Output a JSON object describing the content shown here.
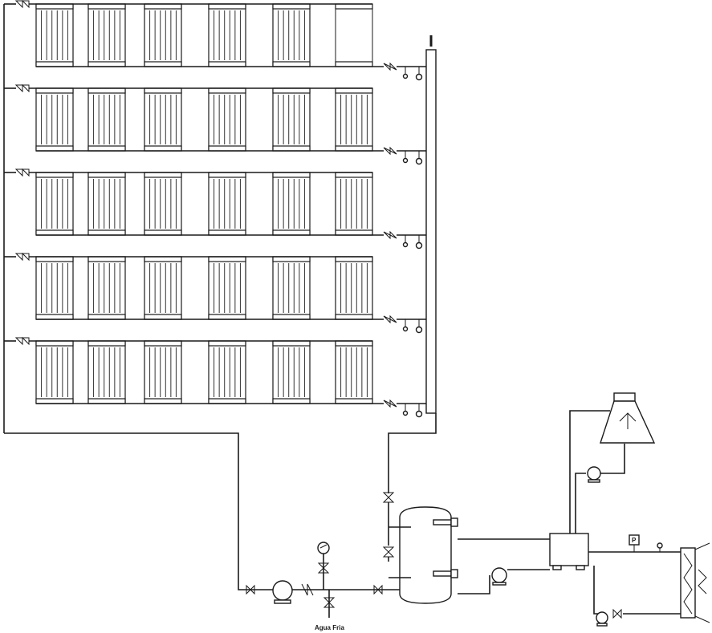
{
  "labels": {
    "cold_water": "Agua Fria",
    "pressure_gauge": "P"
  },
  "layout_info": {
    "floors": 5,
    "radiators_per_floor": 6
  }
}
